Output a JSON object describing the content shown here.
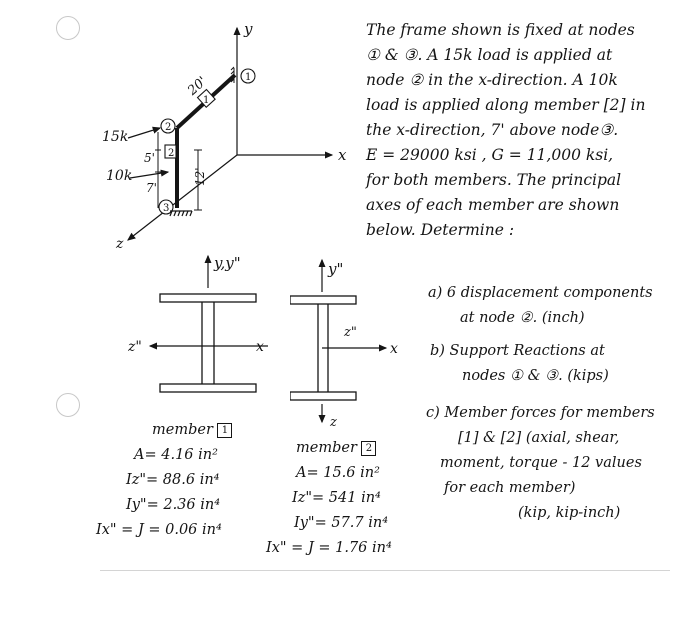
{
  "problem": {
    "lines": [
      "The frame shown is fixed at nodes",
      "① & ③. A 15k load is applied at",
      "node ② in the x-direction. A 10k",
      "load is applied along member [2] in",
      "the x-direction, 7' above node③.",
      "E = 29000 ksi , G = 11,000 ksi,",
      "for both members. The principal",
      "axes of each member are shown",
      "below. Determine :"
    ],
    "tasks": [
      [
        "a) 6 displacement components",
        "at node ②. (inch)"
      ],
      [
        "b) Support Reactions at",
        "nodes ① & ③. (kips)"
      ],
      [
        "c) Member forces for members",
        "[1] & [2] (axial, shear,",
        "moment, torque - 12 values",
        "for each member)",
        "(kip, kip-inch)"
      ]
    ]
  },
  "frame_figure": {
    "axis_y": "y",
    "axis_x": "x",
    "axis_z": "z",
    "dim_member1": "20'",
    "dim_upper": "5'",
    "dim_lower": "7'",
    "dim_height": "12'",
    "load_top": "15k",
    "load_mid": "10k",
    "node1": "1",
    "node2": "2",
    "node3": "3",
    "member1": "1",
    "member2": "2"
  },
  "section1": {
    "top_label": "y,y\"",
    "left_label": "z\"",
    "right_label": "x",
    "title": "member",
    "member_no": "1",
    "props": [
      "A= 4.16 in²",
      "Iz\"= 88.6 in⁴",
      "Iy\"= 2.36 in⁴",
      "Ix\" = J = 0.06 in⁴"
    ]
  },
  "section2": {
    "top_label": "y\"",
    "inner_label": "z\"",
    "right_label": "x",
    "bottom_label": "z",
    "title": "member",
    "member_no": "2",
    "props": [
      "A= 15.6 in²",
      "Iz\"= 541 in⁴",
      "Iy\"= 57.7 in⁴",
      "Ix\" = J = 1.76 in⁴"
    ]
  }
}
